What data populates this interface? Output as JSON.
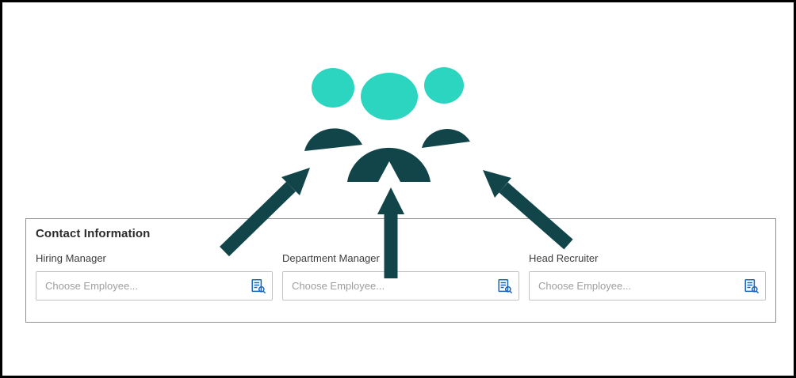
{
  "colors": {
    "head_teal": "#2BD5BF",
    "body_dark": "#12454A",
    "arrow_dark": "#12454A",
    "lookup_icon_blue": "#1565C0",
    "card_border": "#8f8f8f",
    "input_border": "#c2c2c2",
    "placeholder_gray": "#9e9e9e"
  },
  "illustration": {
    "team_graphic": "group-of-people-icon",
    "arrows": [
      "arrow-up-right",
      "arrow-up",
      "arrow-up-left"
    ]
  },
  "form": {
    "title": "Contact Information",
    "fields": [
      {
        "label": "Hiring Manager",
        "placeholder": "Choose Employee...",
        "icon": "employee-lookup-icon"
      },
      {
        "label": "Department Manager",
        "placeholder": "Choose Employee...",
        "icon": "employee-lookup-icon"
      },
      {
        "label": "Head Recruiter",
        "placeholder": "Choose Employee...",
        "icon": "employee-lookup-icon"
      }
    ]
  }
}
